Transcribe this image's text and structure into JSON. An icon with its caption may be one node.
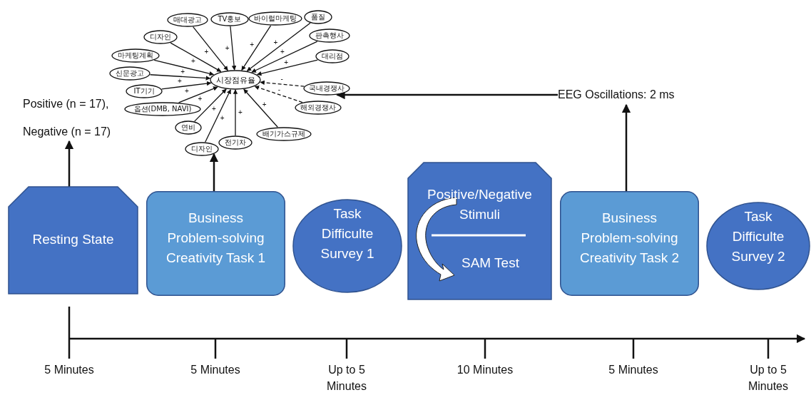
{
  "diagram": {
    "nodes": [
      {
        "text": [
          "매대광고"
        ]
      },
      {
        "text": [
          "TV홍보"
        ]
      },
      {
        "text": [
          "바이럴마케팅"
        ]
      },
      {
        "text": [
          "품질"
        ]
      },
      {
        "text": [
          "디자인"
        ]
      },
      {
        "text": [
          "판촉행사"
        ]
      },
      {
        "text": [
          "마케팅계획"
        ]
      },
      {
        "text": [
          "대리점"
        ]
      },
      {
        "text": [
          "신문광고"
        ]
      },
      {
        "text": [
          "시장점유율"
        ]
      },
      {
        "text": [
          "국내경쟁사"
        ]
      },
      {
        "text": [
          "IT기기"
        ]
      },
      {
        "text": [
          "해외경쟁사"
        ]
      },
      {
        "text": [
          "옵션(DMB, NAVI)"
        ]
      },
      {
        "text": [
          "연비"
        ]
      },
      {
        "text": [
          "배기가스규제"
        ]
      },
      {
        "text": [
          "전기차"
        ]
      },
      {
        "text": [
          "디자인"
        ]
      },
      {
        "text": [
          "Positive (n = 17),",
          "Negative (n = 17)"
        ]
      },
      {
        "text": [
          "EEG Oscillations: 2 ms"
        ]
      },
      {
        "text": [
          "Resting State"
        ]
      },
      {
        "text": [
          "Business Problem-solving Creativity Task 1"
        ]
      },
      {
        "text": [
          "Task Difficulte Survey 1"
        ]
      },
      {
        "text": [
          "Positive/Negative Stimuli",
          "SAM Test"
        ]
      },
      {
        "text": [
          "Business Problem-solving Creativity Task 2"
        ]
      },
      {
        "text": [
          "Task Difficulte Survey 2"
        ]
      }
    ],
    "edges": [
      {
        "from": 0,
        "to": 9,
        "arrow": "to",
        "label": "+"
      },
      {
        "from": 1,
        "to": 9,
        "arrow": "to",
        "label": "+"
      },
      {
        "from": 2,
        "to": 9,
        "arrow": "to",
        "label": "+"
      },
      {
        "from": 3,
        "to": 9,
        "arrow": "to",
        "label": "+"
      },
      {
        "from": 4,
        "to": 9,
        "arrow": "to",
        "label": "+"
      },
      {
        "from": 5,
        "to": 9,
        "arrow": "to",
        "label": "+"
      },
      {
        "from": 6,
        "to": 9,
        "arrow": "to",
        "label": "+"
      },
      {
        "from": 7,
        "to": 9,
        "arrow": "to",
        "label": "+"
      },
      {
        "from": 8,
        "to": 9,
        "arrow": "to",
        "label": "+"
      },
      {
        "from": 10,
        "to": 9,
        "arrow": "to",
        "label": "-",
        "style": "dashed"
      },
      {
        "from": 11,
        "to": 9,
        "arrow": "to",
        "label": "+"
      },
      {
        "from": 12,
        "to": 9,
        "arrow": "to",
        "label": "-",
        "style": "dashed"
      },
      {
        "from": 13,
        "to": 9,
        "arrow": "to",
        "label": "+"
      },
      {
        "from": 14,
        "to": 9,
        "arrow": "to",
        "label": "+"
      },
      {
        "from": 15,
        "to": 9,
        "arrow": "to",
        "label": "+"
      },
      {
        "from": 16,
        "to": 9,
        "arrow": "to",
        "label": "+"
      },
      {
        "from": 17,
        "to": 9,
        "arrow": "to",
        "label": "+"
      },
      {
        "from": 20,
        "to": 18,
        "arrow": "to"
      },
      {
        "from": 21,
        "to": 17,
        "arrow": "to"
      },
      {
        "from": 24,
        "to": 19,
        "arrow": "to"
      },
      {
        "from": 19,
        "to": 10,
        "arrow": "to"
      }
    ],
    "labels": [
      "5 Minutes",
      "5 Minutes",
      "Up to 5 Minutes",
      "10 Minutes",
      "5 Minutes",
      "Up to 5 Minutes"
    ]
  }
}
